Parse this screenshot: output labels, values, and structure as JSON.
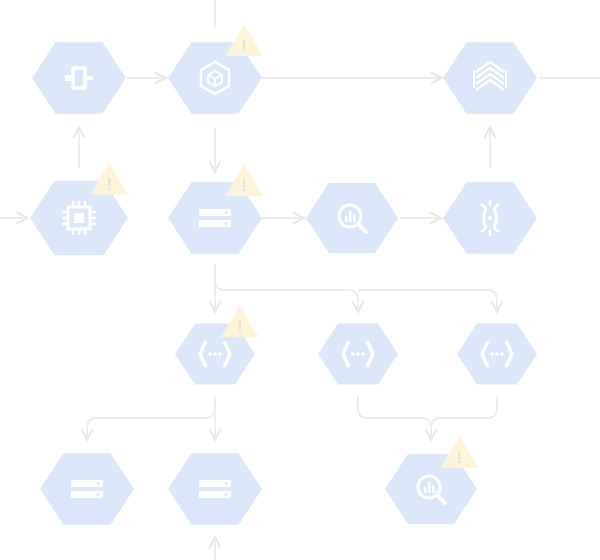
{
  "colors": {
    "hex_fill": "#dce8fa",
    "icon": "#ffffff",
    "connector": "#ededed",
    "warning_fill": "#fdf3d6",
    "warning_mark": "#e6e0d2"
  },
  "nodes": [
    {
      "id": "n1",
      "icon": "connector-icon",
      "warning": false
    },
    {
      "id": "n2",
      "icon": "app-engine-icon",
      "warning": true
    },
    {
      "id": "n3",
      "icon": "data-layers-icon",
      "warning": false
    },
    {
      "id": "n4",
      "icon": "compute-chip-icon",
      "warning": true
    },
    {
      "id": "n5",
      "icon": "storage-server-icon",
      "warning": true
    },
    {
      "id": "n6",
      "icon": "analytics-icon",
      "warning": false
    },
    {
      "id": "n7",
      "icon": "dataflow-icon",
      "warning": false
    },
    {
      "id": "n8",
      "icon": "cloud-function-icon",
      "warning": true
    },
    {
      "id": "n9",
      "icon": "cloud-function-icon",
      "warning": false
    },
    {
      "id": "n10",
      "icon": "cloud-function-icon",
      "warning": false
    },
    {
      "id": "n11",
      "icon": "storage-server-icon",
      "warning": false
    },
    {
      "id": "n12",
      "icon": "storage-server-icon",
      "warning": false
    },
    {
      "id": "n13",
      "icon": "analytics-icon",
      "warning": true
    }
  ],
  "warning_symbol": "!"
}
